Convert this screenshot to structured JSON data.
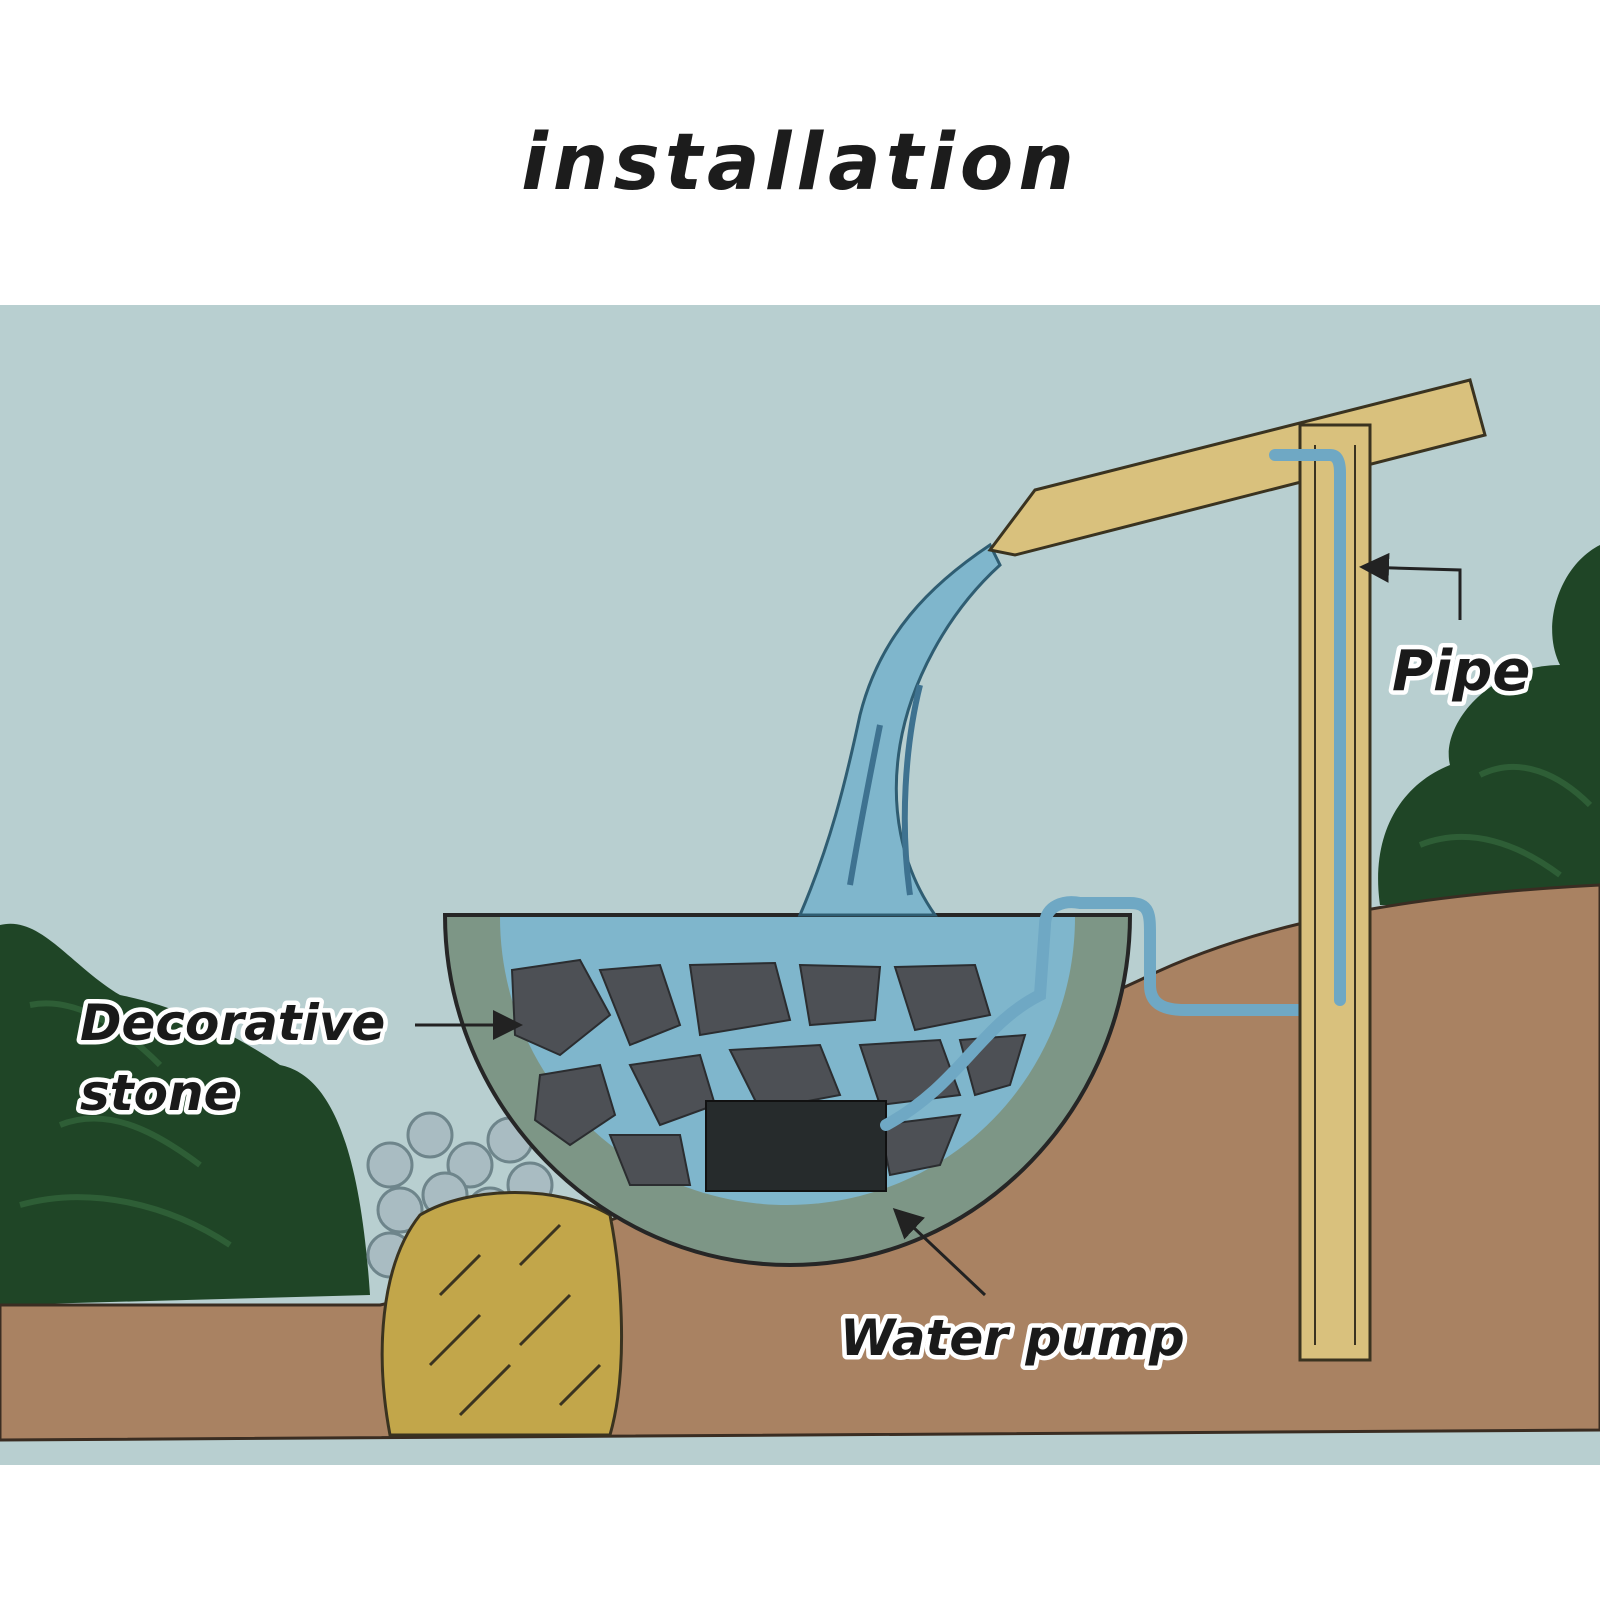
{
  "title": "installation",
  "labels": {
    "pipe": "Pipe",
    "decorative_line1": "Decorative",
    "decorative_line2": "stone",
    "water_pump": "Water pump"
  },
  "colors": {
    "sky": "#b8cfd0",
    "soil": "#a98262",
    "bush": "#1f4526",
    "bowl_rim": "#7d9686",
    "water": "#7fb6cc",
    "stone": "#4d5055",
    "pump": "#262b2c",
    "wood": "#d9c17d",
    "pipe": "#6fa8c4",
    "rock": "#c2a64a",
    "pebble": "#a9bcc2"
  },
  "icons": {
    "arrow": "arrow-icon"
  }
}
